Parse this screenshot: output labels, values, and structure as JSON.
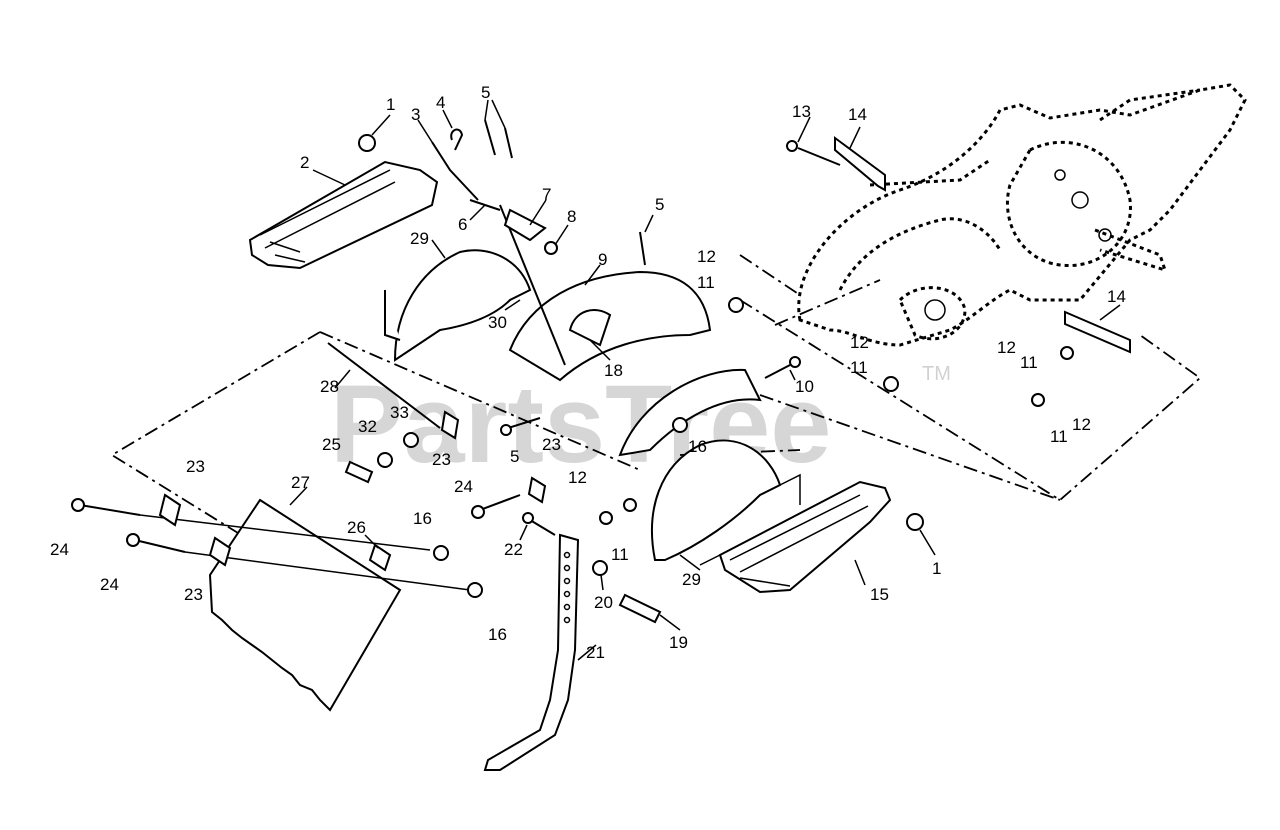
{
  "watermark": {
    "text": "PartsTree",
    "trademark": "TM"
  },
  "callouts": {
    "c1": "1",
    "c1b": "1",
    "c2": "2",
    "c3": "3",
    "c4": "4",
    "c5a": "5",
    "c5b": "5",
    "c5c": "5",
    "c6": "6",
    "c7": "7",
    "c8": "8",
    "c9": "9",
    "c10": "10",
    "c11a": "11",
    "c11b": "11",
    "c11c": "11",
    "c11d": "11",
    "c11e": "11",
    "c12a": "12",
    "c12b": "12",
    "c12c": "12",
    "c12d": "12",
    "c12e": "12",
    "c13": "13",
    "c14a": "14",
    "c14b": "14",
    "c15": "15",
    "c16a": "16",
    "c16b": "16",
    "c16c": "16",
    "c18": "18",
    "c19": "19",
    "c20": "20",
    "c21": "21",
    "c22": "22",
    "c23a": "23",
    "c23b": "23",
    "c23c": "23",
    "c23d": "23",
    "c24a": "24",
    "c24b": "24",
    "c24c": "24",
    "c25": "25",
    "c26": "26",
    "c27": "27",
    "c28": "28",
    "c29a": "29",
    "c29b": "29",
    "c30": "30",
    "c32": "32",
    "c33": "33"
  }
}
